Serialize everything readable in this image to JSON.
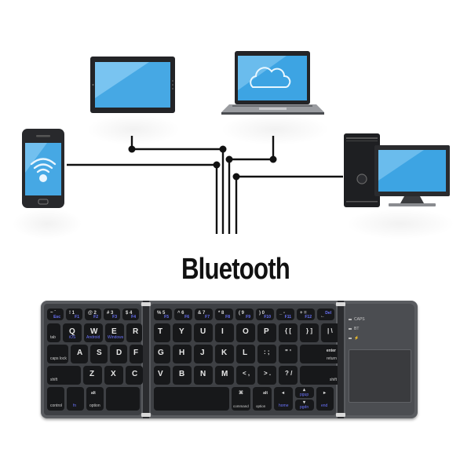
{
  "title": "Bluetooth",
  "devices": [
    {
      "name": "smartphone",
      "screen_icon": "wifi"
    },
    {
      "name": "tablet"
    },
    {
      "name": "laptop",
      "screen_icon": "cloud"
    },
    {
      "name": "desktop-pc"
    }
  ],
  "colors": {
    "screen": "#4fb3ea",
    "screen_light": "#9ad8f8",
    "device_body": "#222326",
    "keyboard_frame": "#5a5c60",
    "key": "#17181a",
    "fn_label": "#6b74ff",
    "line": "#111111"
  },
  "keyboard": {
    "left": {
      "fn_row": [
        {
          "a": "~ `",
          "b": "Esc"
        },
        {
          "a": "! 1",
          "b": "F1"
        },
        {
          "a": "@ 2",
          "b": "F2"
        },
        {
          "a": "# 3",
          "b": "F3"
        },
        {
          "a": "$ 4",
          "b": "F4"
        }
      ],
      "row1": [
        {
          "sub": "tab"
        },
        {
          "main": "Q",
          "blue": "iOS"
        },
        {
          "main": "W",
          "blue": "Android"
        },
        {
          "main": "E",
          "blue": "Windows"
        },
        {
          "main": "R"
        }
      ],
      "row2": [
        {
          "sub": "caps lock"
        },
        {
          "main": "A"
        },
        {
          "main": "S"
        },
        {
          "main": "D"
        },
        {
          "main": "F"
        }
      ],
      "row3": [
        {
          "sub": "shift"
        },
        {
          "main": "Z"
        },
        {
          "main": "X"
        },
        {
          "main": "C"
        }
      ],
      "row4": [
        {
          "sub": "control"
        },
        {
          "blue": "fn"
        },
        {
          "top": "alt",
          "sub": "option"
        },
        {
          "main": ""
        }
      ]
    },
    "right": {
      "fn_row": [
        {
          "a": "% 5",
          "b": "F5"
        },
        {
          "a": "^ 6",
          "b": "F6"
        },
        {
          "a": "& 7",
          "b": "F7"
        },
        {
          "a": "* 8",
          "b": "F8"
        },
        {
          "a": "( 9",
          "b": "F9"
        },
        {
          "a": ") 0",
          "b": "F10"
        },
        {
          "a": "_ -",
          "b": "F11"
        },
        {
          "a": "+ =",
          "b": "F12"
        },
        {
          "a": "←",
          "b": "Del"
        }
      ],
      "row1": [
        {
          "main": "T"
        },
        {
          "main": "Y"
        },
        {
          "main": "U"
        },
        {
          "main": "I"
        },
        {
          "main": "O"
        },
        {
          "main": "P"
        },
        {
          "main": "{ ["
        },
        {
          "main": "} ]"
        },
        {
          "main": "| \\"
        }
      ],
      "row2": [
        {
          "main": "G"
        },
        {
          "main": "H"
        },
        {
          "main": "J"
        },
        {
          "main": "K"
        },
        {
          "main": "L"
        },
        {
          "main": ": ;"
        },
        {
          "main": "\" '"
        },
        {
          "top": "enter",
          "sub": "return"
        }
      ],
      "row3": [
        {
          "main": "V"
        },
        {
          "main": "B"
        },
        {
          "main": "N"
        },
        {
          "main": "M"
        },
        {
          "main": "< ,"
        },
        {
          "main": "> ."
        },
        {
          "main": "? /"
        },
        {
          "sub": "shift"
        }
      ],
      "row4": [
        {
          "main": ""
        },
        {
          "top": "⌘",
          "sub": "command"
        },
        {
          "top": "alt",
          "sub": "option"
        },
        {
          "top": "◂",
          "blue": "home"
        },
        {
          "top": "▴",
          "blue": "pgup",
          "bottom_top": "▾",
          "bottom_blue": "pgdn"
        },
        {
          "top": "▸",
          "blue": "end"
        }
      ]
    },
    "touchpad_panel": {
      "leds": [
        "CAPS",
        "BT",
        "⚡"
      ]
    }
  }
}
